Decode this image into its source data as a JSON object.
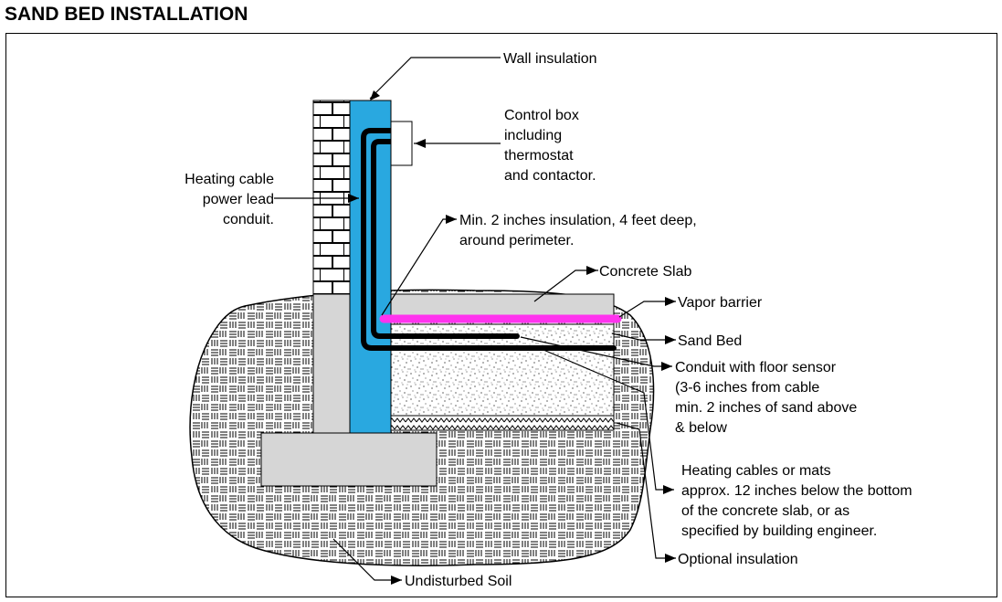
{
  "title": "SAND BED INSTALLATION",
  "colors": {
    "insulation": "#29a8e0",
    "vapor_barrier": "#ff33ee",
    "slab": "#d6d6d6",
    "cable": "#000000"
  },
  "labels": {
    "wall_insulation": "Wall insulation",
    "control_box": [
      "Control box",
      "including",
      "thermostat",
      "and contactor."
    ],
    "power_lead": [
      "Heating cable",
      "power lead",
      "conduit."
    ],
    "min_insulation": [
      "Min. 2 inches insulation, 4 feet deep,",
      "around perimeter."
    ],
    "concrete_slab": "Concrete Slab",
    "vapor_barrier": "Vapor barrier",
    "sand_bed": "Sand Bed",
    "conduit_sensor": [
      "Conduit with floor sensor",
      "(3-6 inches from cable",
      "min. 2 inches of sand above",
      "& below"
    ],
    "heating_cables": [
      "Heating cables or mats",
      "approx. 12 inches below the bottom",
      "of the concrete slab, or as",
      "specified by building engineer."
    ],
    "optional_insulation": "Optional insulation",
    "undisturbed_soil": "Undisturbed Soil"
  }
}
